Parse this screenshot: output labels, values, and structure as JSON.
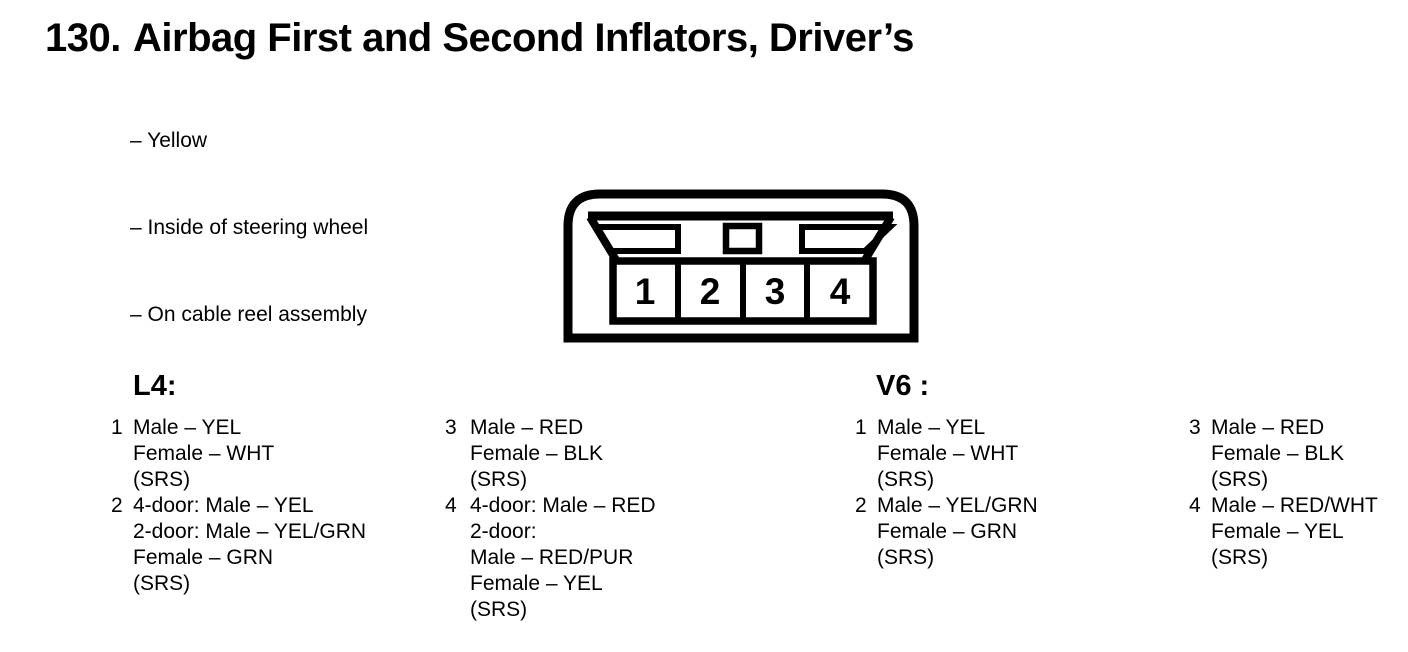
{
  "page": {
    "background_color": "#ffffff",
    "text_color": "#000000"
  },
  "section": {
    "number": "130.",
    "title": "Airbag First and Second Inflators, Driver’s"
  },
  "notes": [
    "– Yellow",
    "– Inside of steering wheel",
    "– On cable reel assembly"
  ],
  "connector": {
    "cavities": [
      "1",
      "2",
      "3",
      "4"
    ]
  },
  "pinout": {
    "groups": [
      {
        "label": "L4:",
        "pins": [
          {
            "pin": "1",
            "lines": [
              "Male – YEL",
              "Female – WHT",
              "(SRS)"
            ]
          },
          {
            "pin": "2",
            "lines": [
              "4-door: Male – YEL",
              "2-door: Male – YEL/GRN",
              "Female – GRN",
              "(SRS)"
            ]
          },
          {
            "pin": "3",
            "lines": [
              "Male – RED",
              "Female – BLK",
              "(SRS)"
            ]
          },
          {
            "pin": "4",
            "lines": [
              "4-door: Male – RED",
              "2-door:",
              "Male – RED/PUR",
              "Female – YEL",
              "(SRS)"
            ]
          }
        ]
      },
      {
        "label": "V6 :",
        "pins": [
          {
            "pin": "1",
            "lines": [
              "Male – YEL",
              "Female – WHT",
              "(SRS)"
            ]
          },
          {
            "pin": "2",
            "lines": [
              "Male – YEL/GRN",
              "Female – GRN",
              "(SRS)"
            ]
          },
          {
            "pin": "3",
            "lines": [
              "Male – RED",
              "Female – BLK",
              "(SRS)"
            ]
          },
          {
            "pin": "4",
            "lines": [
              "Male – RED/WHT",
              "Female – YEL",
              "(SRS)"
            ]
          }
        ]
      }
    ]
  }
}
